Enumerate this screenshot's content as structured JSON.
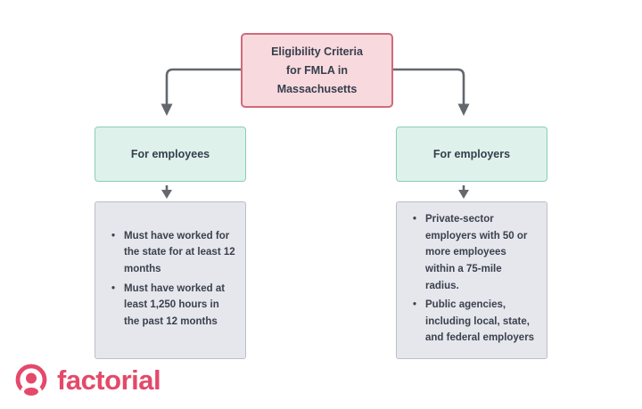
{
  "diagram": {
    "root": {
      "title_lines": [
        "Eligibility Criteria",
        "for FMLA in",
        "Massachusetts"
      ]
    },
    "branches": [
      {
        "label": "For employees",
        "items": [
          "Must have worked for the state for at least 12 months",
          "Must have worked at least 1,250 hours in the past 12 months"
        ]
      },
      {
        "label": "For employers",
        "items": [
          "Private-sector employers with 50 or more employees within a 75-mile radius.",
          "Public agencies, including local, state, and federal employers"
        ]
      }
    ]
  },
  "branding": {
    "logo_text": "factorial",
    "logo_icon": "person-in-circle-icon"
  },
  "colors": {
    "rose-fill": "#f8d9de",
    "rose-border": "#d06a7c",
    "teal-fill": "#def1eb",
    "teal-border": "#8aceba",
    "gray-fill": "#e6e7ed",
    "gray-border": "#bdbfc8",
    "arrow": "#63676e",
    "ink": "#363e4c",
    "brand": "#e4496a"
  }
}
